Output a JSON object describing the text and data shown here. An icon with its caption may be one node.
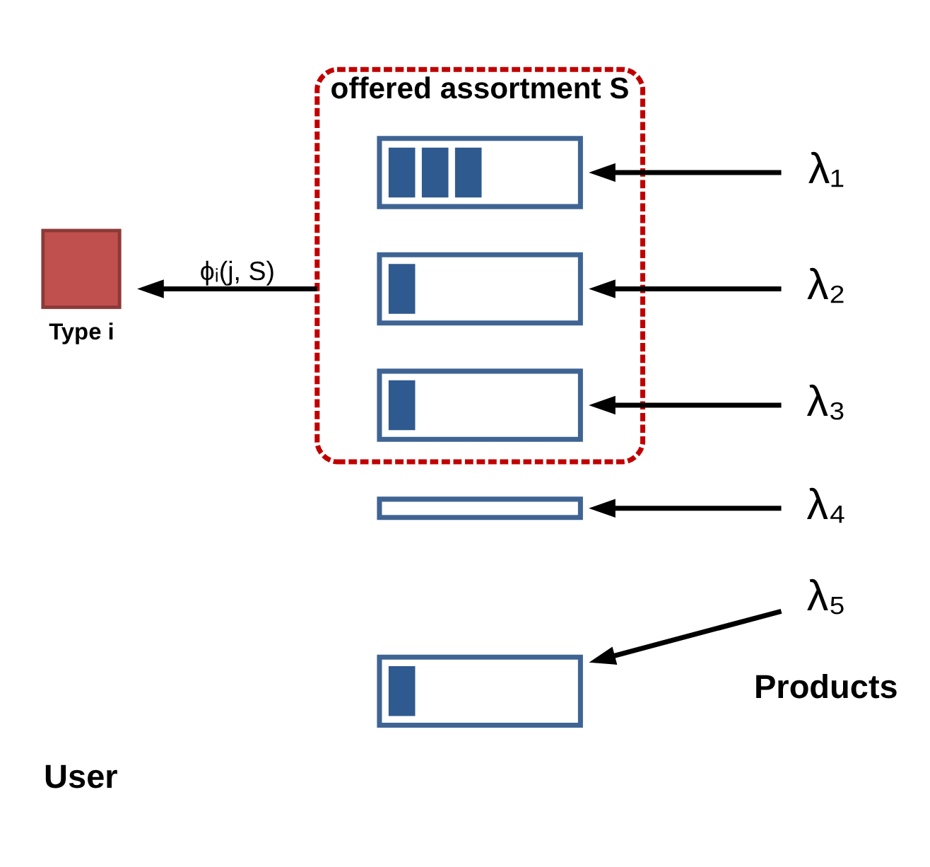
{
  "diagram": {
    "nodes": [
      {
        "text": [
          "offered assortment S"
        ]
      },
      {
        "text": [],
        "shape": "box",
        "in": 0
      },
      {
        "text": [],
        "shape": "box",
        "in": 0
      },
      {
        "text": [],
        "shape": "box",
        "in": 0
      },
      {
        "text": [],
        "shape": "box"
      },
      {
        "text": [],
        "shape": "box"
      },
      {
        "text": [
          "λ₁"
        ]
      },
      {
        "text": [
          "λ₂"
        ]
      },
      {
        "text": [
          "λ₃"
        ]
      },
      {
        "text": [
          "λ₄"
        ]
      },
      {
        "text": [
          "λ₅"
        ]
      },
      {
        "text": [],
        "shape": "box",
        "beside": [
          "Type i"
        ]
      }
    ],
    "edges": [
      {
        "from": 6,
        "to": 1,
        "arrow": "to"
      },
      {
        "from": 7,
        "to": 2,
        "arrow": "to"
      },
      {
        "from": 8,
        "to": 3,
        "arrow": "to"
      },
      {
        "from": 9,
        "to": 4,
        "arrow": "to"
      },
      {
        "from": 10,
        "to": 5,
        "arrow": "to"
      },
      {
        "from": 0,
        "to": 11,
        "arrow": "to",
        "label": "ϕᵢ(j, S)"
      }
    ],
    "labels": [
      "User",
      "Products"
    ]
  }
}
